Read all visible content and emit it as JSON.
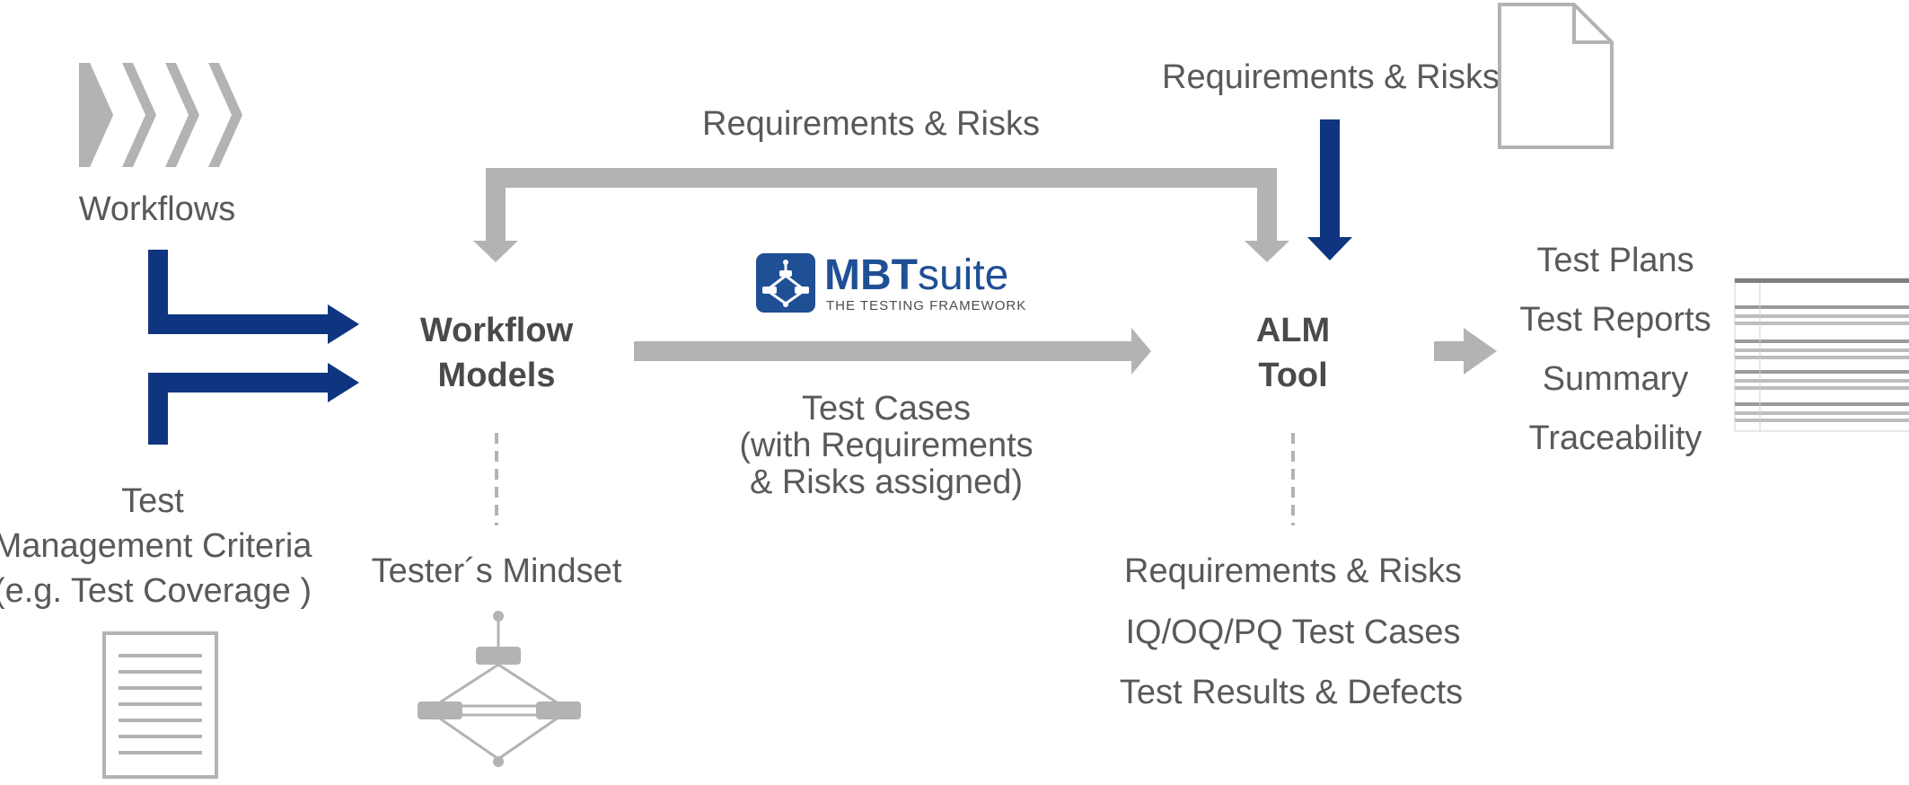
{
  "colors": {
    "gray_arrow": "#b3b3b3",
    "navy_arrow": "#0f3580",
    "text": "#595959",
    "logo_blue": "#1f4f94"
  },
  "inputs": {
    "workflows_label": "Workflows",
    "criteria_lines": [
      "Test",
      "Management Criteria",
      "(e.g. Test Coverage )"
    ],
    "workflows_icon": "chevron-sequence-icon",
    "criteria_icon": "document-lines-icon"
  },
  "models": {
    "title_lines": [
      "Workflow",
      "Models"
    ],
    "mindset_label": "Tester´s Mindset",
    "mindset_icon": "workflow-graph-icon"
  },
  "top_loop_label": "Requirements & Risks",
  "logo": {
    "brand_bold": "MBT",
    "brand_light": "suite",
    "tagline": "THE TESTING FRAMEWORK"
  },
  "test_cases_lines": [
    "Test Cases",
    "(with Requirements",
    "& Risks assigned)"
  ],
  "external_requirements_label": "Requirements & Risks",
  "alm": {
    "title_lines": [
      "ALM",
      "Tool"
    ],
    "contents": [
      "Requirements & Risks",
      "IQ/OQ/PQ Test Cases",
      "Test Results & Defects"
    ]
  },
  "outputs": {
    "items": [
      "Test Plans",
      "Test Reports",
      "Summary",
      "Traceability"
    ],
    "report_icon": "report-table-icon"
  }
}
